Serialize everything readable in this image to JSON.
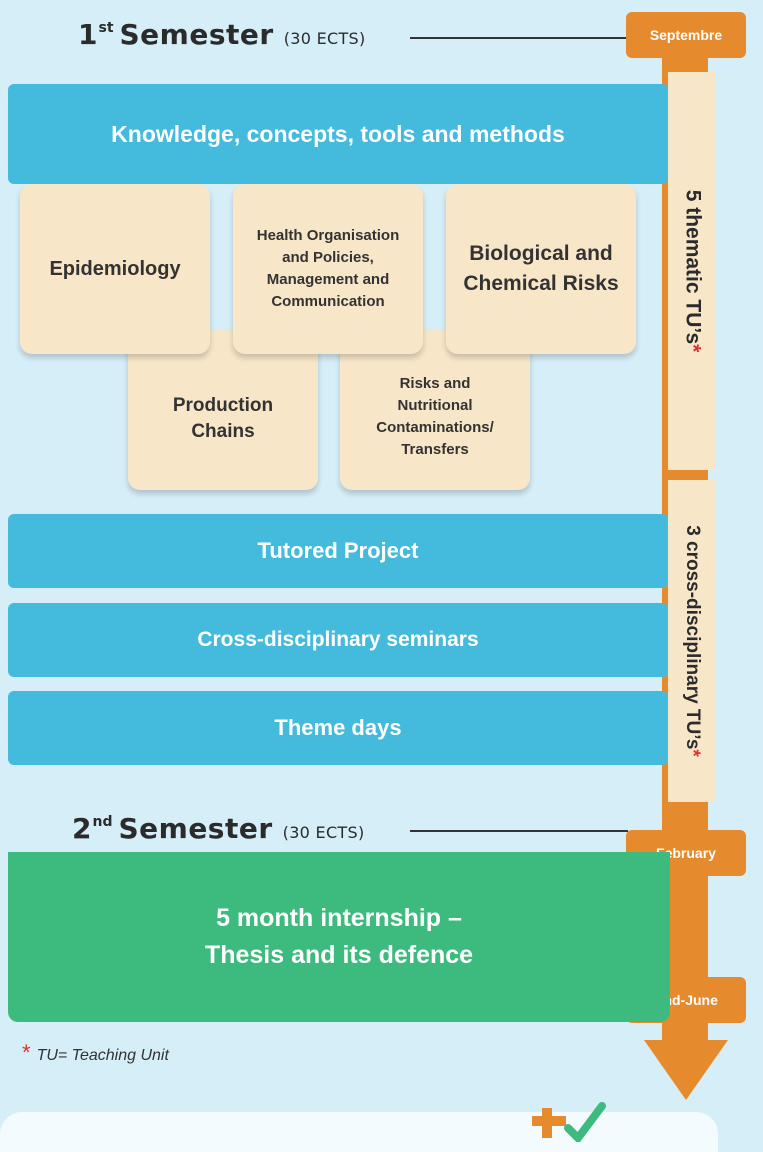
{
  "semester1": {
    "number": "1",
    "suffix": "st",
    "word": "Semester",
    "ects": "(30 ECTS)"
  },
  "semester2": {
    "number": "2",
    "suffix": "nd",
    "word": "Semester",
    "ects": "(30 ECTS)"
  },
  "timeline": {
    "months": [
      "Septembre",
      "February",
      "End-June"
    ]
  },
  "side_labels": {
    "thematic": "5 thematic TU’s",
    "cross": "3 cross-disciplinary TU’s",
    "star": "*"
  },
  "bars": {
    "knowledge": "Knowledge, concepts, tools and methods",
    "tutored": "Tutored Project",
    "seminars": "Cross-disciplinary seminars",
    "theme_days": "Theme days"
  },
  "cards": {
    "epidemiology": "Epidemiology",
    "health": "Health Organisation and Policies, Management and Communication",
    "bio_chem": "Biological and Chemical Risks",
    "production": "Production Chains",
    "risks": "Risks and Nutritional Contaminations/ Transfers"
  },
  "internship": {
    "line1": "5 month internship –",
    "line2": "Thesis and its defence"
  },
  "footnote": {
    "star": "*",
    "text": "TU= Teaching Unit"
  },
  "colors": {
    "background": "#d6eef8",
    "blue_bar": "#44bbdc",
    "card": "#f8e6c8",
    "timeline": "#e68a2e",
    "internship": "#3dbb7e",
    "asterisk": "#e0302e"
  }
}
